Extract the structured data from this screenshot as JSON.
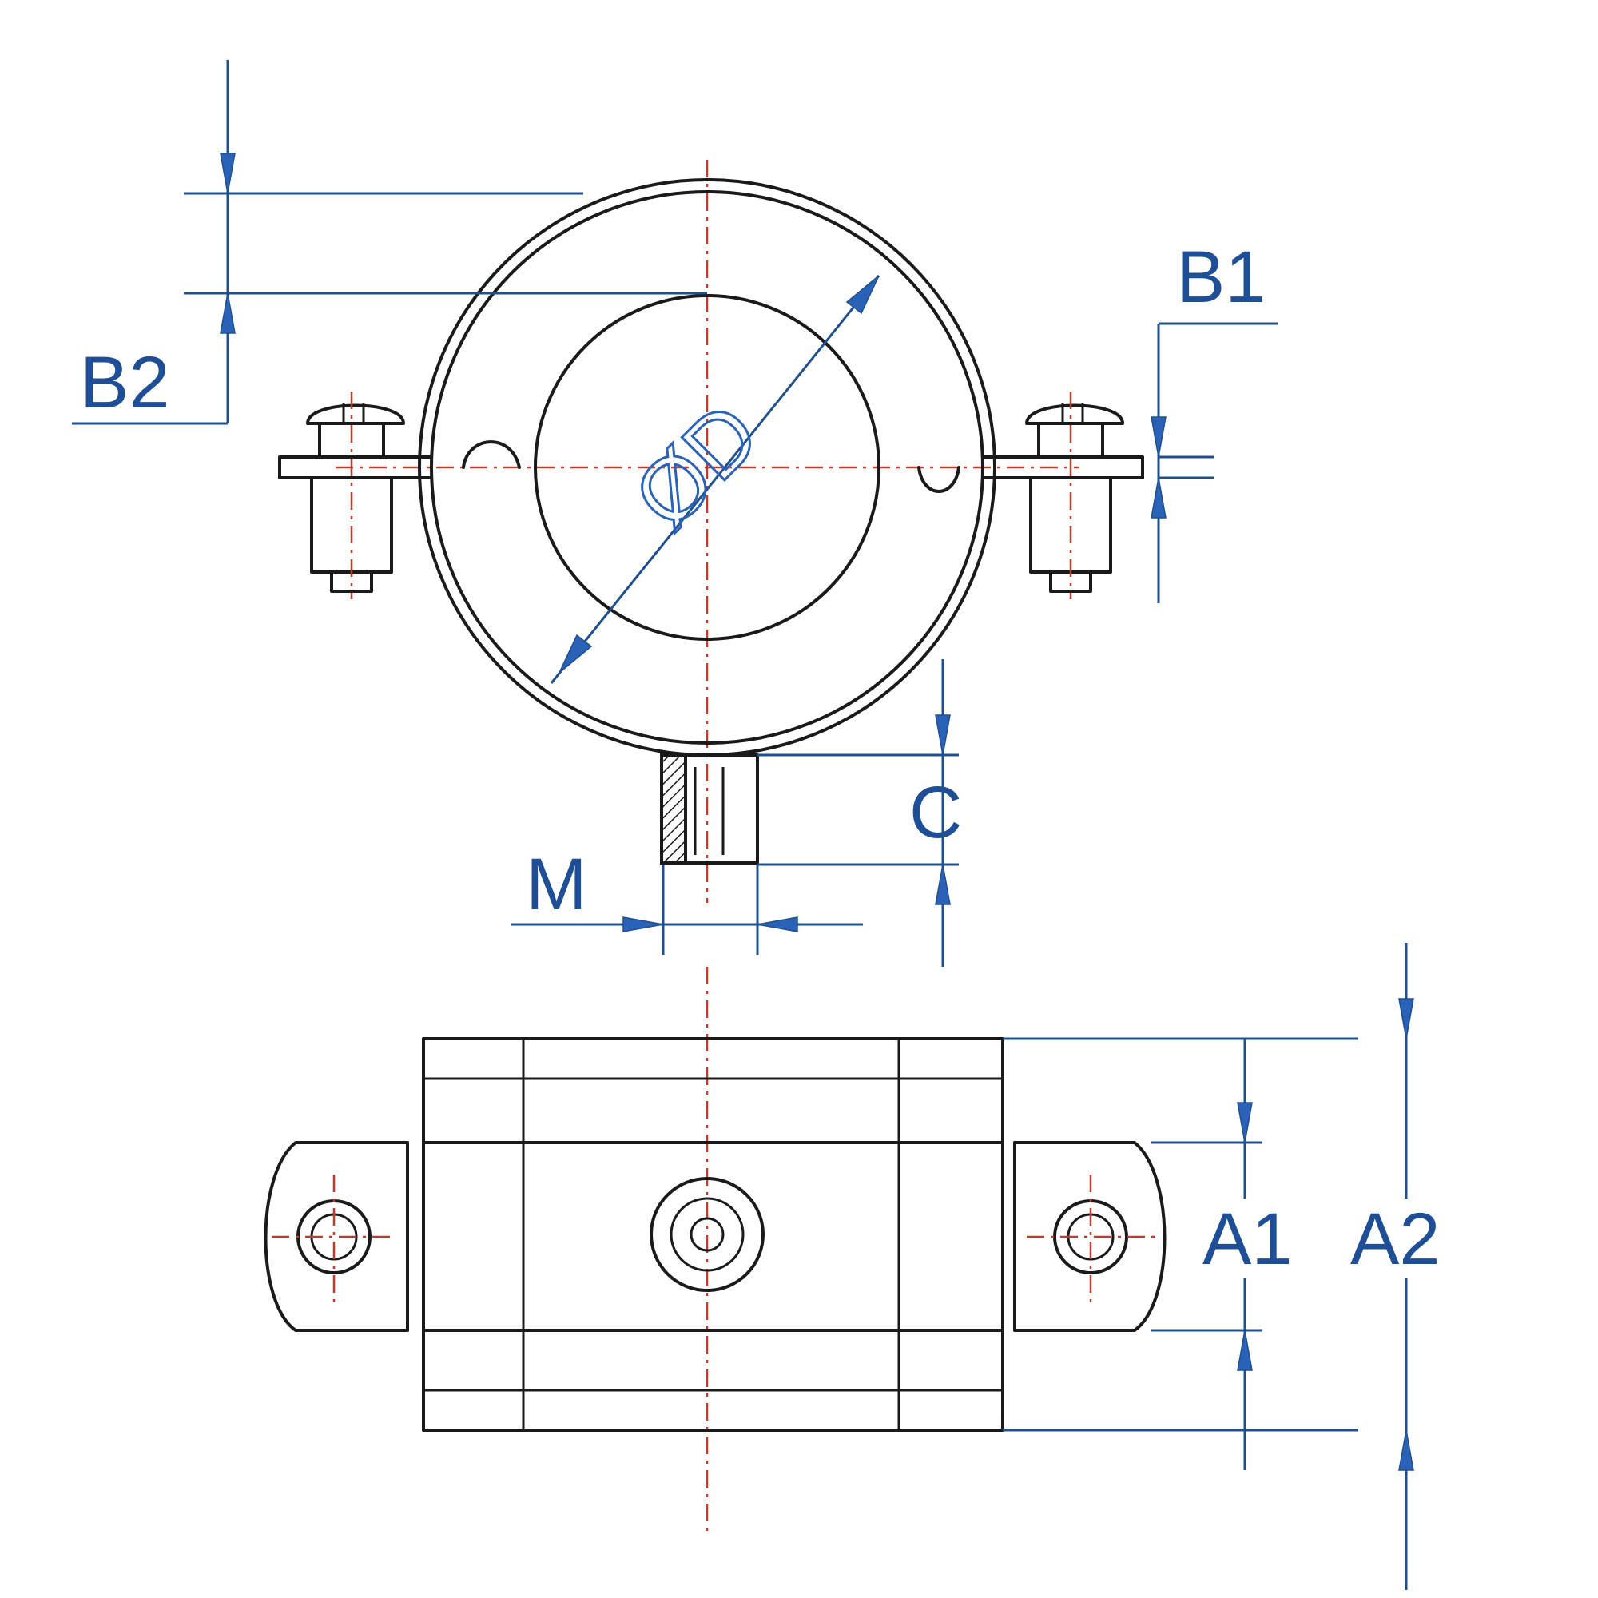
{
  "labels": {
    "b1": "B1",
    "b2": "B2",
    "od": "ØD",
    "c": "C",
    "m": "M",
    "a1": "A1",
    "a2": "A2"
  },
  "colors": {
    "outline": "#1a1a1a",
    "dimension": "#1f4f8f",
    "centerline": "#c0392b",
    "label": "#1e4f96"
  }
}
